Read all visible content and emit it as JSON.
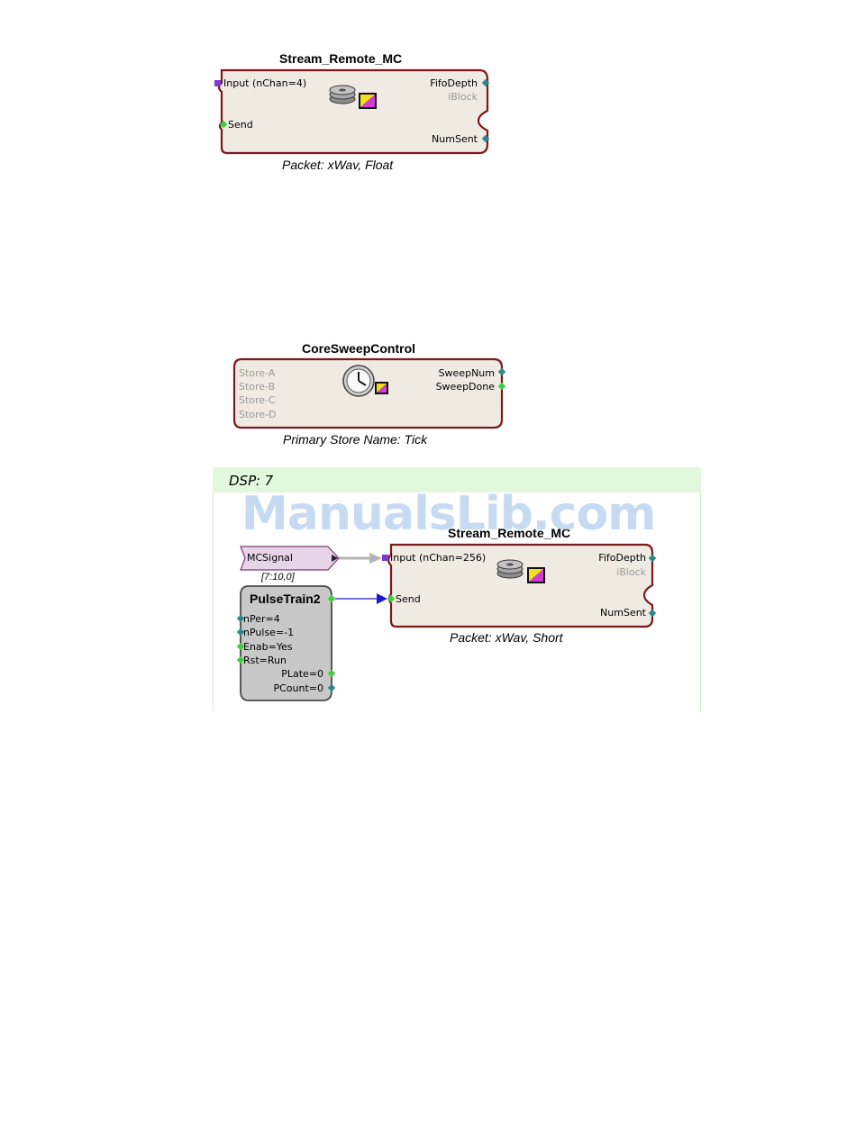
{
  "block1": {
    "title": "Stream_Remote_MC",
    "ports_left": [
      "Input (nChan=4)",
      "Send"
    ],
    "ports_right": [
      "FifoDepth",
      "iBlock",
      "NumSent"
    ],
    "caption": "Packet: xWav,  Float"
  },
  "block2": {
    "title": "CoreSweepControl",
    "ports_left": [
      "Store-A",
      "Store-B",
      "Store-C",
      "Store-D"
    ],
    "ports_right": [
      "SweepNum",
      "SweepDone"
    ],
    "caption": "Primary Store Name: Tick"
  },
  "dsp": {
    "label": "DSP:  7",
    "watermark": "ManualsLib.com",
    "mcsignal": {
      "label": "MCSignal",
      "range": "[7:10,0]"
    },
    "pulsetrain": {
      "title": "PulseTrain2",
      "ports_left": [
        "nPer=4",
        "nPulse=-1",
        "Enab=Yes",
        "Rst=Run"
      ],
      "ports_right": [
        "PLate=0",
        "PCount=0"
      ]
    },
    "stream": {
      "title": "Stream_Remote_MC",
      "ports_left": [
        "Input (nChan=256)",
        "Send"
      ],
      "ports_right": [
        "FifoDepth",
        "iBlock",
        "NumSent"
      ],
      "caption": "Packet: xWav,  Short"
    }
  },
  "colors": {
    "block_fill": "#efebe3",
    "block_border": "#7a1a1a",
    "dsp_band": "#e2f8dd",
    "pulsetrain_fill": "#c8c8c8",
    "mcsignal_fill": "#e8d4e8",
    "port_purple": "#7b3ad6",
    "port_green": "#3ecf3e",
    "port_teal": "#2a8a8a",
    "wire_blue": "#1a1acc",
    "wire_gray": "#b4b4b4"
  }
}
